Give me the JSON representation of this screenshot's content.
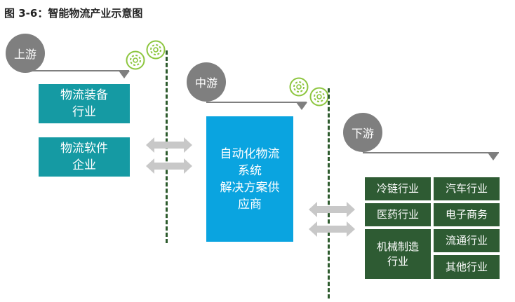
{
  "title": "图 3-6：智能物流产业示意图",
  "stages": {
    "upstream": "上游",
    "midstream": "中游",
    "downstream": "下游"
  },
  "upstream_boxes": [
    {
      "line1": "物流装备",
      "line2": "行业"
    },
    {
      "line1": "物流软件",
      "line2": "企业"
    }
  ],
  "midstream_box": {
    "lines": [
      "自动化物流",
      "系统",
      "解决方案供",
      "应商"
    ]
  },
  "downstream_left": [
    {
      "line1": "冷链行业",
      "line2": ""
    },
    {
      "line1": "医药行业",
      "line2": ""
    },
    {
      "line1": "机械制造",
      "line2": "行业"
    }
  ],
  "downstream_right": [
    "汽车行业",
    "电子商务",
    "流通行业",
    "其他行业"
  ],
  "colors": {
    "stage_circle": "#7f7f7f",
    "upstream_box": "#159aa3",
    "midstream_box": "#0aa4e0",
    "downstream_box": "#2e5b33",
    "gear": "#8dc63f",
    "arrow": "#c8c8c8",
    "dashed_line": "#2d5b2d"
  },
  "icons": [
    "gear-icon",
    "double-arrow-icon"
  ]
}
